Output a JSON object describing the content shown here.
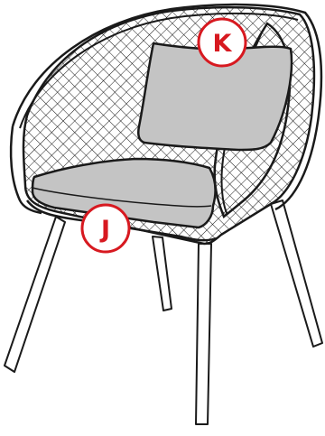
{
  "diagram": {
    "callouts": [
      {
        "id": "K",
        "label": "K",
        "part": "back-cushion"
      },
      {
        "id": "J",
        "label": "J",
        "part": "seat-cushion"
      }
    ],
    "colors": {
      "outline": "#1a1a1a",
      "cushion": "#c4c4c4",
      "cushion_edge": "#b0b0b0",
      "callout_ring": "#d71920",
      "callout_text": "#d71920",
      "mesh": "#1a1a1a",
      "background": "#ffffff"
    }
  }
}
